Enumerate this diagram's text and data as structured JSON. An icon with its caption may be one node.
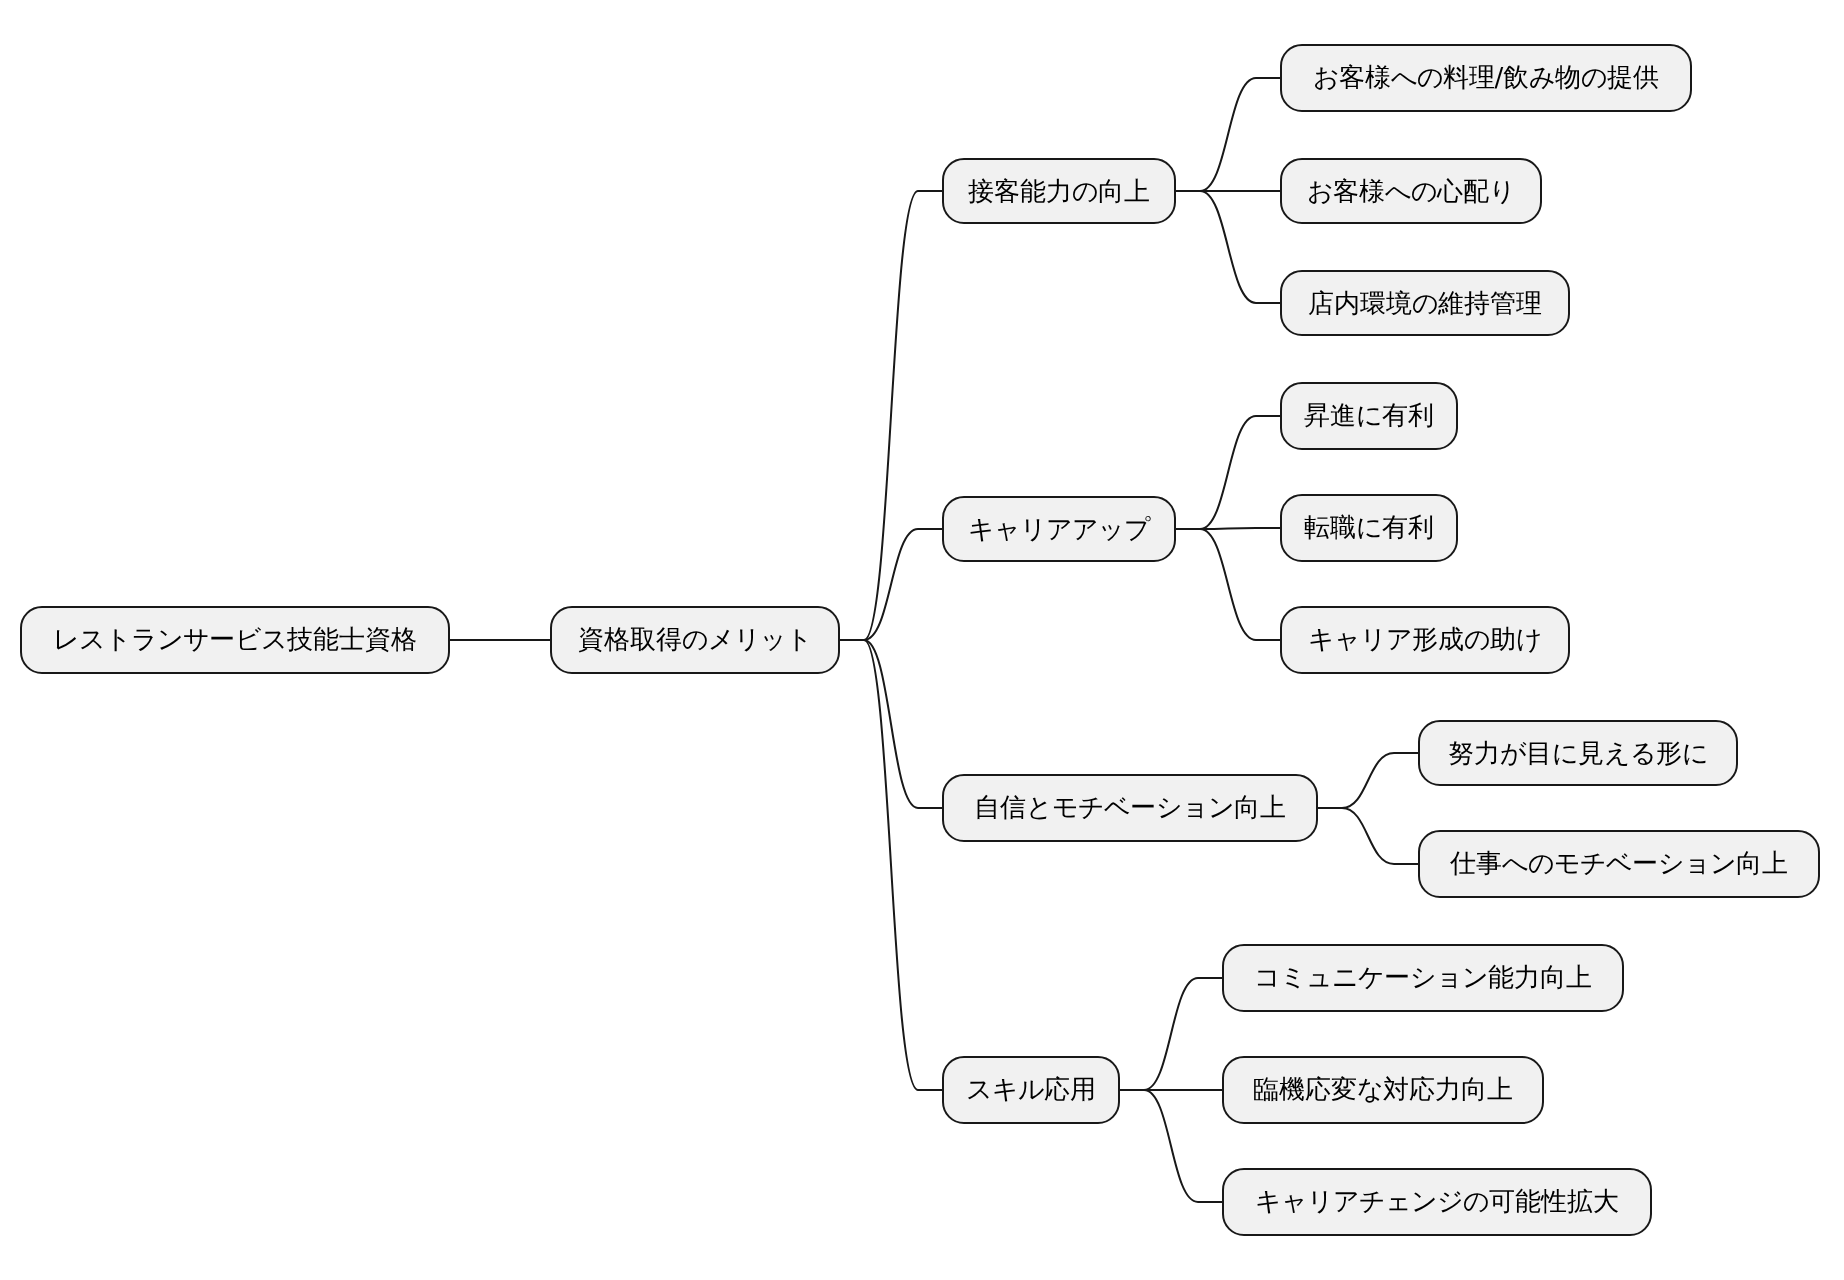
{
  "diagram": {
    "nodes": [
      {
        "text": [
          "レストランサービス技能士資格"
        ]
      },
      {
        "text": [
          "資格取得のメリット"
        ]
      },
      {
        "text": [
          "接客能力の向上"
        ]
      },
      {
        "text": [
          "お客様への料理/飲み物の提供"
        ]
      },
      {
        "text": [
          "お客様への心配り"
        ]
      },
      {
        "text": [
          "店内環境の維持管理"
        ]
      },
      {
        "text": [
          "キャリアアップ"
        ]
      },
      {
        "text": [
          "昇進に有利"
        ]
      },
      {
        "text": [
          "転職に有利"
        ]
      },
      {
        "text": [
          "キャリア形成の助け"
        ]
      },
      {
        "text": [
          "自信とモチベーション向上"
        ]
      },
      {
        "text": [
          "努力が目に見える形に"
        ]
      },
      {
        "text": [
          "仕事へのモチベーション向上"
        ]
      },
      {
        "text": [
          "スキル応用"
        ]
      },
      {
        "text": [
          "コミュニケーション能力向上"
        ]
      },
      {
        "text": [
          "臨機応変な対応力向上"
        ]
      },
      {
        "text": [
          "キャリアチェンジの可能性拡大"
        ]
      }
    ],
    "edges": [
      {
        "from": 0,
        "to": 1,
        "arrow": "none"
      },
      {
        "from": 1,
        "to": 2,
        "arrow": "none"
      },
      {
        "from": 2,
        "to": 3,
        "arrow": "none"
      },
      {
        "from": 2,
        "to": 4,
        "arrow": "none"
      },
      {
        "from": 2,
        "to": 5,
        "arrow": "none"
      },
      {
        "from": 1,
        "to": 6,
        "arrow": "none"
      },
      {
        "from": 6,
        "to": 7,
        "arrow": "none"
      },
      {
        "from": 6,
        "to": 8,
        "arrow": "none"
      },
      {
        "from": 6,
        "to": 9,
        "arrow": "none"
      },
      {
        "from": 1,
        "to": 10,
        "arrow": "none"
      },
      {
        "from": 10,
        "to": 11,
        "arrow": "none"
      },
      {
        "from": 10,
        "to": 12,
        "arrow": "none"
      },
      {
        "from": 1,
        "to": 13,
        "arrow": "none"
      },
      {
        "from": 13,
        "to": 14,
        "arrow": "none"
      },
      {
        "from": 13,
        "to": 15,
        "arrow": "none"
      },
      {
        "from": 13,
        "to": 16,
        "arrow": "none"
      }
    ]
  }
}
